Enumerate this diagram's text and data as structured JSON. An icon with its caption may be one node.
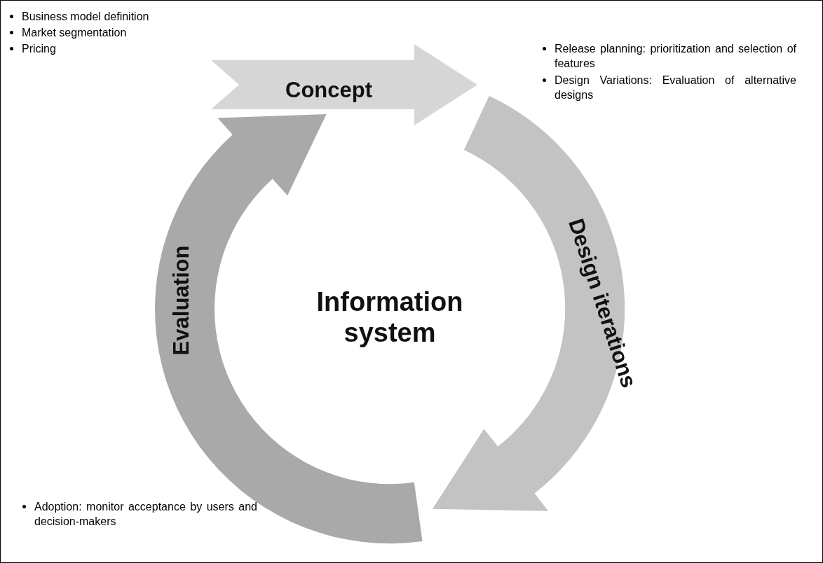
{
  "diagram": {
    "nodes": [
      {
        "text": [
          "Concept"
        ]
      },
      {
        "text": [
          "Design iterations"
        ]
      },
      {
        "text": [
          "Evaluation"
        ]
      }
    ],
    "labels": [
      "Business model definition",
      "Market segmentation",
      "Pricing",
      "Release planning: prioritization and selection of features",
      "Design Variations: Evaluation of alternative designs",
      "Information system",
      "Adoption: monitor acceptance by users and decision-makers"
    ]
  }
}
